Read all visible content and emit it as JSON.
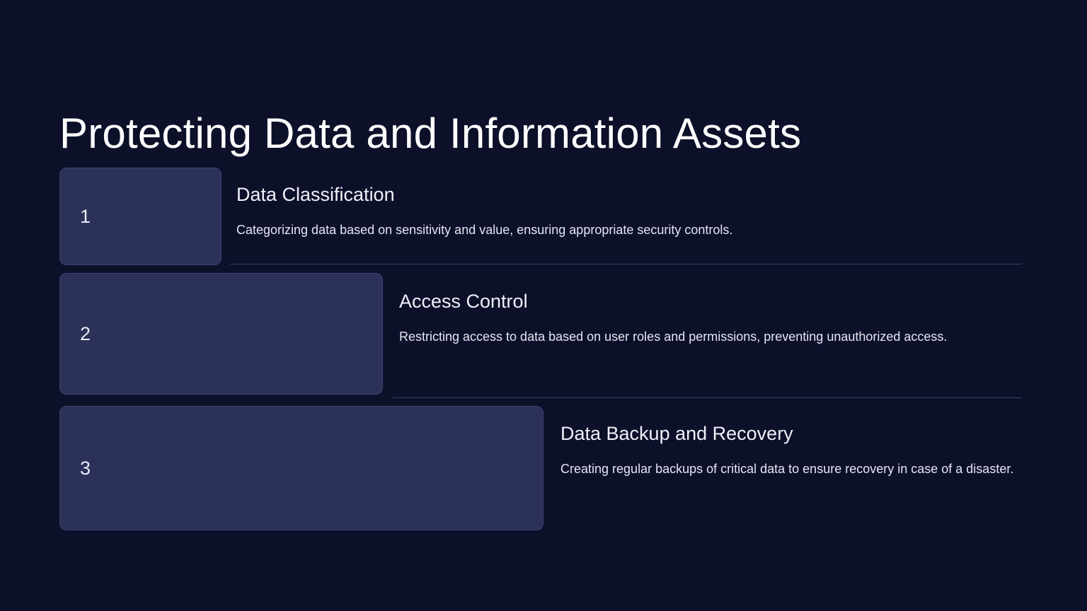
{
  "slide": {
    "title": "Protecting Data and Information Assets",
    "background_color": "#0d1029",
    "card_color": "#2b3158",
    "card_border_color": "#3b4272",
    "divider_color": "#39406b",
    "title_color": "#ffffff"
  },
  "steps": [
    {
      "number": "1",
      "heading": "Data Classification",
      "description": "Categorizing data based on sensitivity and value, ensuring appropriate security controls."
    },
    {
      "number": "2",
      "heading": "Access Control",
      "description": "Restricting access to data based on user roles and permissions, preventing unauthorized access."
    },
    {
      "number": "3",
      "heading": "Data Backup and Recovery",
      "description": "Creating regular backups of critical data to ensure recovery in case of a disaster."
    }
  ]
}
